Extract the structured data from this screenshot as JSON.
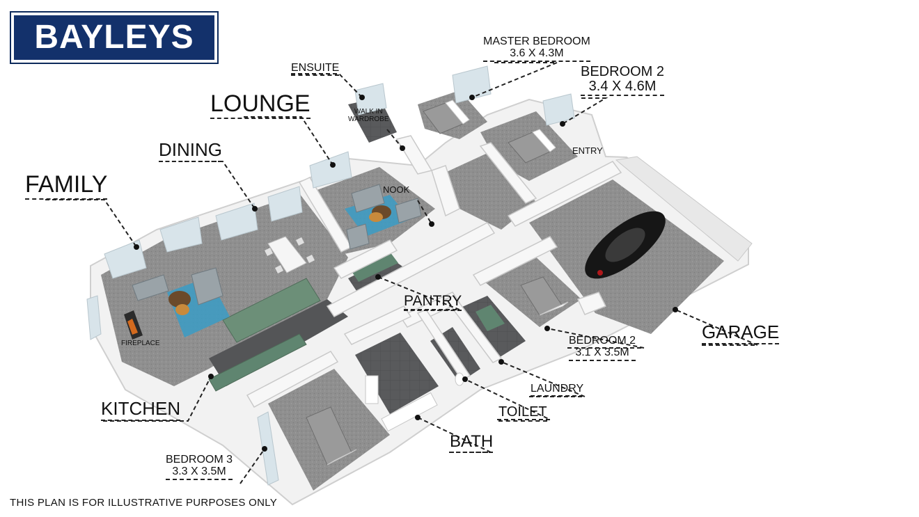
{
  "logo": {
    "text": "BAYLEYS"
  },
  "rooms": {
    "family": {
      "name": "FAMILY"
    },
    "dining": {
      "name": "DINING"
    },
    "lounge": {
      "name": "LOUNGE"
    },
    "ensuite": {
      "name": "ENSUITE"
    },
    "walk_in_wardrobe": {
      "line1": "WALK IN",
      "line2": "WARDROBE"
    },
    "master_bedroom": {
      "name": "MASTER BEDROOM",
      "size": "3.6 X 4.3M"
    },
    "bedroom2_top": {
      "name": "BEDROOM 2",
      "size": "3.4 X 4.6M"
    },
    "entry": {
      "name": "ENTRY"
    },
    "nook": {
      "name": "NOOK"
    },
    "pantry": {
      "name": "PANTRY"
    },
    "fireplace": {
      "name": "FIREPLACE"
    },
    "kitchen": {
      "name": "KITCHEN"
    },
    "bedroom3": {
      "name": "BEDROOM 3",
      "size": "3.3 X 3.5M"
    },
    "bath": {
      "name": "BATH"
    },
    "toilet": {
      "name": "TOILET"
    },
    "laundry": {
      "name": "LAUNDRY"
    },
    "bedroom2_bottom": {
      "name": "BEDROOM 2",
      "size": "3.1 X 3.5M"
    },
    "garage": {
      "name": "GARAGE"
    }
  },
  "disclaimer": "THIS PLAN IS FOR ILLUSTRATIVE PURPOSES ONLY",
  "colors": {
    "brand": "#13316b",
    "floor": "#8e8e8e",
    "wall": "#eeeeee",
    "bench": "#5f8570",
    "rug": "#3f9bc2"
  }
}
